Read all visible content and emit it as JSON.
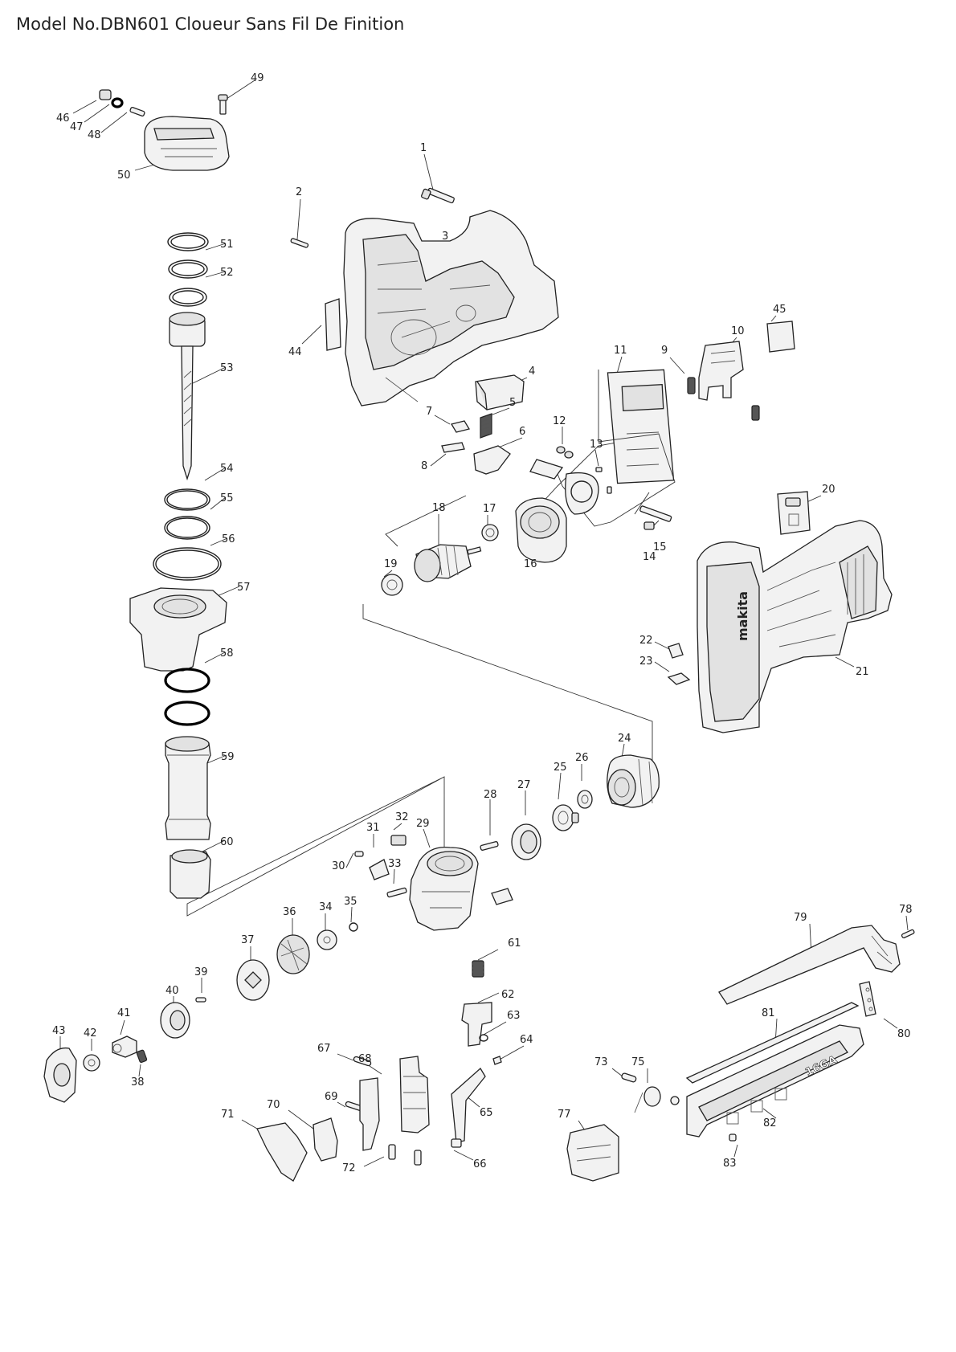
{
  "title": "Model No.DBN601 Cloueur Sans Fil De Finition",
  "brand_logo_text": "makita",
  "magazine_marking": "16GA",
  "part_numbers": [
    "1",
    "2",
    "3",
    "4",
    "5",
    "6",
    "7",
    "8",
    "9",
    "10",
    "11",
    "12",
    "13",
    "14",
    "15",
    "16",
    "17",
    "18",
    "19",
    "20",
    "21",
    "22",
    "23",
    "24",
    "25",
    "26",
    "27",
    "28",
    "29",
    "30",
    "31",
    "32",
    "33",
    "34",
    "35",
    "36",
    "37",
    "38",
    "39",
    "40",
    "41",
    "42",
    "43",
    "44",
    "45",
    "46",
    "47",
    "48",
    "49",
    "50",
    "51",
    "52",
    "53",
    "54",
    "55",
    "56",
    "57",
    "58",
    "59",
    "60",
    "61",
    "62",
    "63",
    "64",
    "65",
    "66",
    "67",
    "68",
    "69",
    "70",
    "71",
    "72",
    "73",
    "75",
    "77",
    "78",
    "79",
    "80",
    "81",
    "82",
    "83"
  ]
}
